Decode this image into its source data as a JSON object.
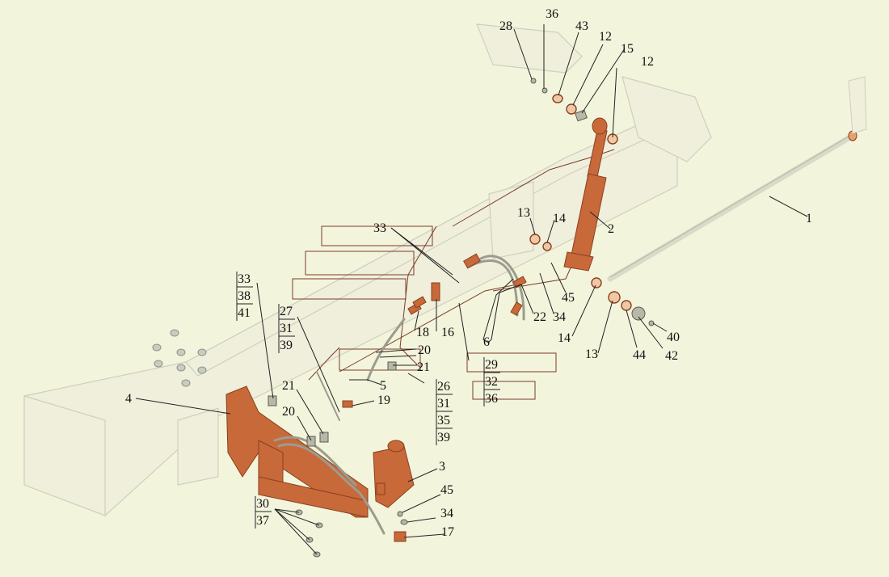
{
  "colors": {
    "background": "#f3f4dc",
    "part_fill": "#c8693a",
    "part_dark": "#8a3f1e",
    "frame_fill": "#efefdc",
    "frame_edge": "#cfd0bc",
    "leader": "#222222"
  },
  "callouts": {
    "c1": "1",
    "c2": "2",
    "c3": "3",
    "c4": "4",
    "c5": "5",
    "c6": "6",
    "c12a": "12",
    "c12b": "12",
    "c13a": "13",
    "c13b": "13",
    "c14a": "14",
    "c14b": "14",
    "c15": "15",
    "c16": "16",
    "c17": "17",
    "c18": "18",
    "c19": "19",
    "c20a": "20",
    "c20b": "20",
    "c21a": "21",
    "c21b": "21",
    "c22": "22",
    "c28": "28",
    "c33": "33",
    "c34a": "34",
    "c34b": "34",
    "c36": "36",
    "c40": "40",
    "c42": "42",
    "c43": "43",
    "c44": "44",
    "c45a": "45",
    "c45b": "45"
  },
  "stacks": {
    "s1": [
      "33",
      "38",
      "41"
    ],
    "s2": [
      "27",
      "31",
      "39"
    ],
    "s3": [
      "26",
      "31",
      "35",
      "39"
    ],
    "s4": [
      "29",
      "32",
      "36"
    ],
    "s5": [
      "30",
      "37"
    ]
  }
}
